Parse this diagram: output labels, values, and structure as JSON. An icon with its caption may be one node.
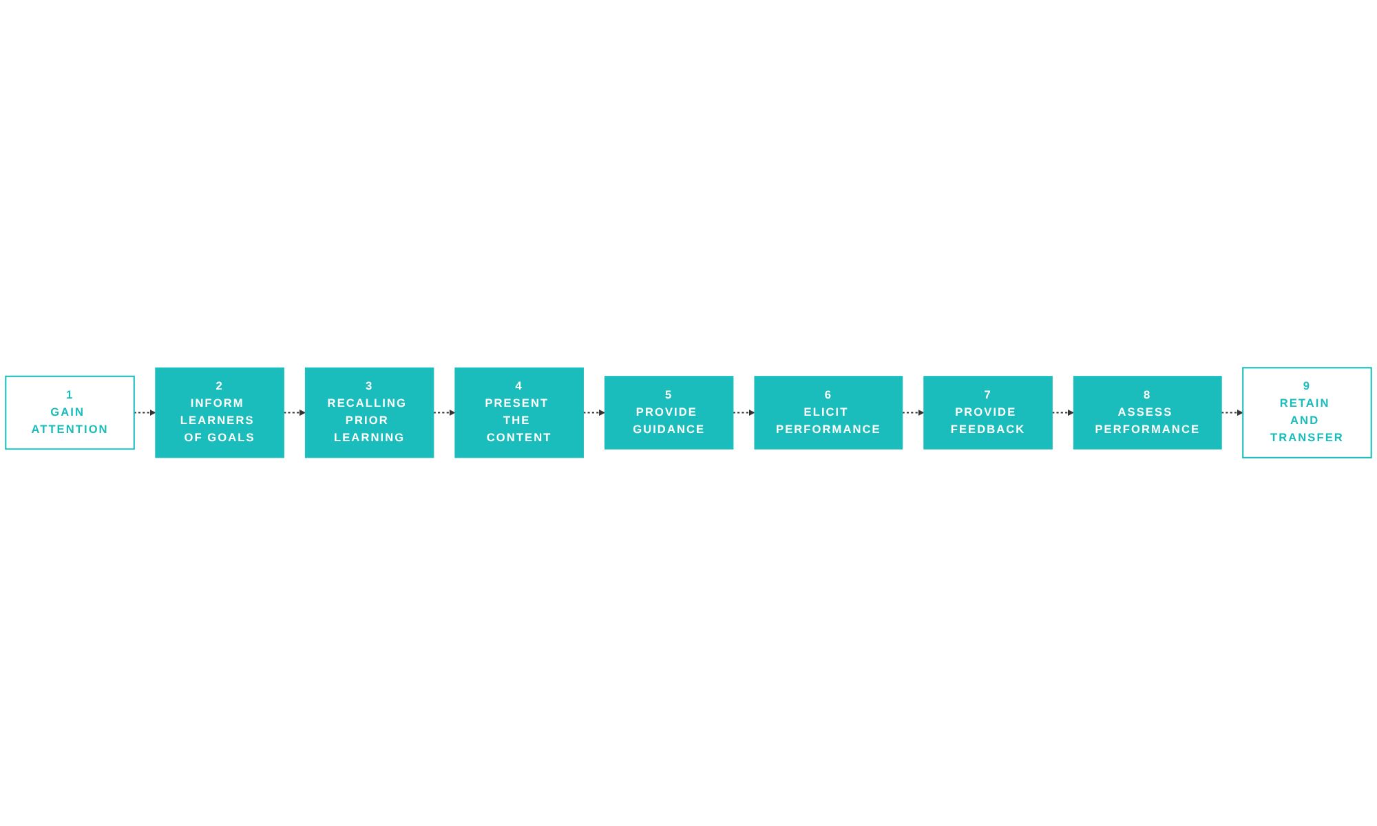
{
  "diagram": {
    "nodes": [
      {
        "text": [
          "1",
          "GAIN ATTENTION"
        ]
      },
      {
        "text": [
          "2",
          "INFORM LEARNERS OF GOALS"
        ]
      },
      {
        "text": [
          "3",
          "RECALLING PRIOR LEARNING"
        ]
      },
      {
        "text": [
          "4",
          "PRESENT THE CONTENT"
        ]
      },
      {
        "text": [
          "5",
          "PROVIDE GUIDANCE"
        ]
      },
      {
        "text": [
          "6",
          "ELICIT PERFORMANCE"
        ]
      },
      {
        "text": [
          "7",
          "PROVIDE FEEDBACK"
        ]
      },
      {
        "text": [
          "8",
          "ASSESS PERFORMANCE"
        ]
      },
      {
        "text": [
          "9",
          "RETAIN AND TRANSFER"
        ]
      }
    ],
    "edges": [
      {
        "from": 0,
        "to": 1,
        "arrow": "to",
        "style": "dashed"
      },
      {
        "from": 1,
        "to": 2,
        "arrow": "to",
        "style": "dashed"
      },
      {
        "from": 2,
        "to": 3,
        "arrow": "to",
        "style": "dashed"
      },
      {
        "from": 3,
        "to": 4,
        "arrow": "to",
        "style": "dashed"
      },
      {
        "from": 4,
        "to": 5,
        "arrow": "to",
        "style": "dashed"
      },
      {
        "from": 5,
        "to": 6,
        "arrow": "to",
        "style": "dashed"
      },
      {
        "from": 6,
        "to": 7,
        "arrow": "to",
        "style": "dashed"
      },
      {
        "from": 7,
        "to": 8,
        "arrow": "to",
        "style": "dashed"
      }
    ]
  }
}
